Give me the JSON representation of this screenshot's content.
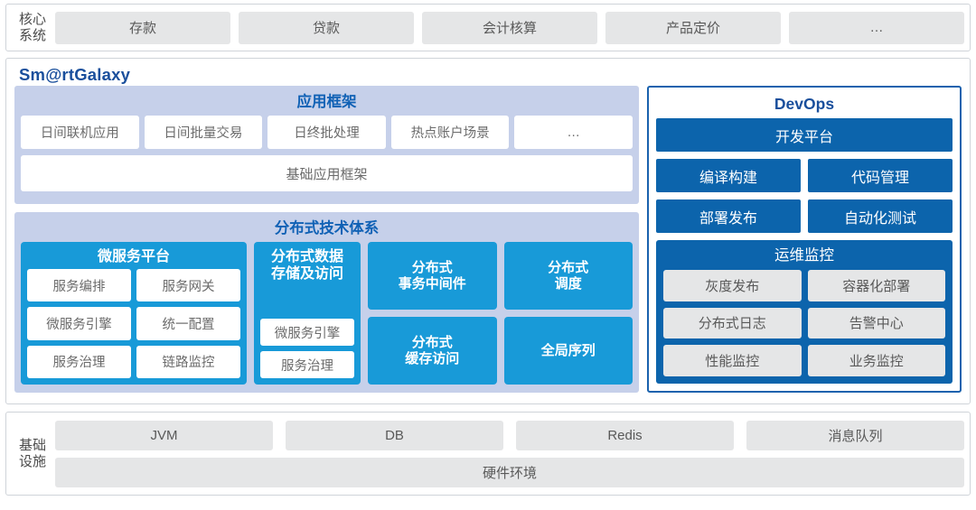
{
  "core_systems": {
    "label": "核心\n系统",
    "label_line1": "核心",
    "label_line2": "系统",
    "items": [
      "存款",
      "贷款",
      "会计核算",
      "产品定价",
      "…"
    ]
  },
  "platform": {
    "brand": "Sm@rtGalaxy",
    "app_framework": {
      "title": "应用框架",
      "items": [
        "日间联机应用",
        "日间批量交易",
        "日终批处理",
        "热点账户场景",
        "…"
      ],
      "base": "基础应用框架"
    },
    "distributed": {
      "title": "分布式技术体系",
      "microservice": {
        "title": "微服务平台",
        "items": [
          "服务编排",
          "服务网关",
          "微服务引擎",
          "统一配置",
          "服务治理",
          "链路监控"
        ]
      },
      "storage": {
        "title_line1": "分布式数据",
        "title_line2": "存储及访问",
        "items": [
          "微服务引擎",
          "服务治理"
        ]
      },
      "transaction": {
        "title_line1": "分布式",
        "title_line2": "事务中间件"
      },
      "cache": {
        "title_line1": "分布式",
        "title_line2": "缓存访问"
      },
      "schedule": {
        "title_line1": "分布式",
        "title_line2": "调度"
      },
      "sequence": {
        "title_line1": "全局序列",
        "title_line2": ""
      }
    },
    "devops": {
      "title": "DevOps",
      "platform": "开发平台",
      "items": [
        "编译构建",
        "代码管理",
        "部署发布",
        "自动化测试"
      ],
      "ops": {
        "title": "运维监控",
        "items": [
          "灰度发布",
          "容器化部署",
          "分布式日志",
          "告警中心",
          "性能监控",
          "业务监控"
        ]
      }
    }
  },
  "infrastructure": {
    "label_line1": "基础",
    "label_line2": "设施",
    "items": [
      "JVM",
      "DB",
      "Redis",
      "消息队列"
    ],
    "hardware": "硬件环境"
  },
  "colors": {
    "brand_navy": "#1a4f9c",
    "cyan": "#189ad8",
    "devops_blue": "#0c64ac",
    "lavender": "#c6d0ea",
    "chip_grey": "#e5e6e7",
    "border_grey": "#cfd3d9"
  }
}
